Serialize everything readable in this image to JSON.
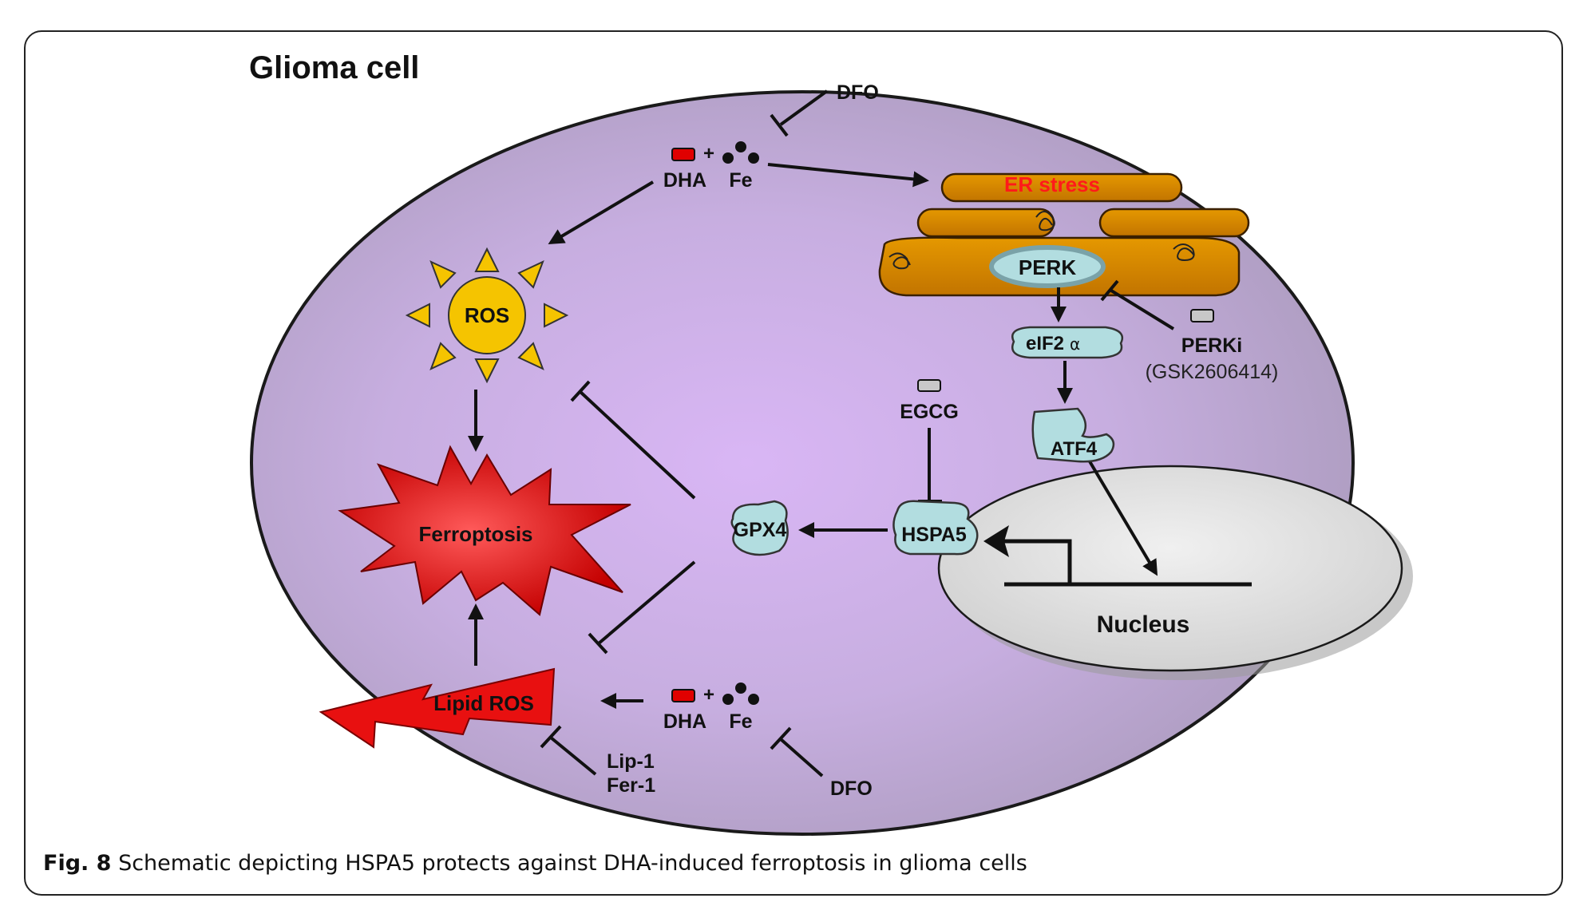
{
  "title": "Glioma cell",
  "labels": {
    "dfo_top": "DFO",
    "dfo_bottom": "DFO",
    "plus_top": "+",
    "plus_bottom": "+",
    "dha_top": "DHA",
    "fe_top": "Fe",
    "dha_bottom": "DHA",
    "fe_bottom": "Fe",
    "er_stress": "ER stress",
    "perk": "PERK",
    "eif2": "eIF2",
    "alpha": "α",
    "perki": "PERKi",
    "perki_compound": "(GSK2606414)",
    "atf4": "ATF4",
    "egcg": "EGCG",
    "hspa5": "HSPA5",
    "gpx4": "GPX4",
    "ros": "ROS",
    "ferroptosis": "Ferroptosis",
    "lipid_ros": "Lipid ROS",
    "lip1": "Lip-1",
    "fer1": "Fer-1",
    "nucleus": "Nucleus"
  },
  "caption": {
    "label": "Fig. 8",
    "text": " Schematic depicting HSPA5 protects against DHA-induced ferroptosis in glioma cells"
  },
  "colors": {
    "cell_fill": "#b8a6c8",
    "cell_center": "#d9b8f2",
    "er": "#d98a00",
    "protein": "#b2dde0",
    "ros": "#f5c400",
    "ferroptosis": "#e01010",
    "er_stress_text": "#ff1a1a",
    "drug_red": "#e00000",
    "drug_gray": "#c8c8c8"
  }
}
